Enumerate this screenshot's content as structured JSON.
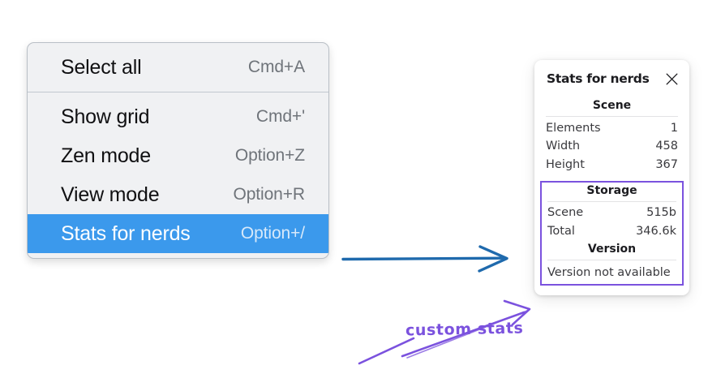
{
  "colors": {
    "menu_background": "#f0f1f3",
    "menu_border": "#b9bfc6",
    "selection_blue": "#3b99ec",
    "annotation_purple": "#7b52de",
    "arrow_blue": "#1f6aad",
    "panel_background": "#ffffff"
  },
  "context_menu": {
    "groups": [
      {
        "items": [
          {
            "label": "Select all",
            "shortcut": "Cmd+A",
            "selected": false
          }
        ]
      },
      {
        "items": [
          {
            "label": "Show grid",
            "shortcut": "Cmd+'",
            "selected": false
          },
          {
            "label": "Zen mode",
            "shortcut": "Option+Z",
            "selected": false
          },
          {
            "label": "View mode",
            "shortcut": "Option+R",
            "selected": false
          },
          {
            "label": "Stats for nerds",
            "shortcut": "Option+/",
            "selected": true
          }
        ]
      }
    ]
  },
  "stats_panel": {
    "title": "Stats for nerds",
    "close_icon": "close-icon",
    "scene": {
      "heading": "Scene",
      "rows": [
        {
          "key": "Elements",
          "value": "1"
        },
        {
          "key": "Width",
          "value": "458"
        },
        {
          "key": "Height",
          "value": "367"
        }
      ]
    },
    "storage": {
      "heading": "Storage",
      "rows": [
        {
          "key": "Scene",
          "value": "515b"
        },
        {
          "key": "Total",
          "value": "346.6k"
        }
      ]
    },
    "version": {
      "heading": "Version",
      "text": "Version not available"
    }
  },
  "annotations": {
    "handwriting_label": "custom stats",
    "blue_arrow": "arrow-right-icon",
    "purple_arrow": "arrow-pointer-icon"
  }
}
